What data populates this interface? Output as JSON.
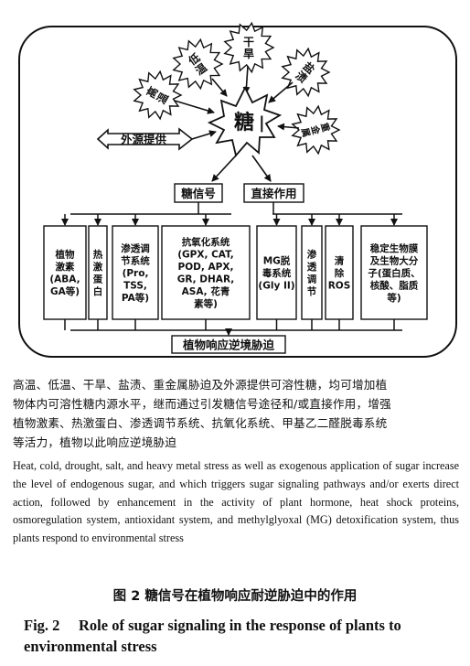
{
  "diagram": {
    "center": "糖",
    "stresses": [
      "高温",
      "低温",
      "干旱",
      "盐渍",
      "重金属"
    ],
    "exogenous": "外源提供",
    "branch_signal": "糖信号",
    "branch_direct": "直接作用",
    "effects": [
      "植物激素(ABA,GA等)",
      "热激蛋白",
      "渗透调节系统(Pro,TSS,PA等)",
      "抗氧化系统(GPX,CAT,POD,APX,GR,DHAR,ASA,花青素等)",
      "MG脱毒系统(Gly II)",
      "渗透调节",
      "清除ROS",
      "稳定生物膜及生物大分子(蛋白质、核酸、脂质等)"
    ],
    "bottom": "植物响应逆境胁迫"
  },
  "caption": {
    "zh": [
      "高温、低温、干旱、盐渍、重金属胁迫及外源提供可溶性糖，均可增加植",
      "物体内可溶性糖内源水平，继而通过引发糖信号途径和/或直接作用，增强",
      "植物激素、热激蛋白、渗透调节系统、抗氧化系统、甲基乙二醛脱毒系统",
      "等活力，植物以此响应逆境胁迫"
    ],
    "en": "Heat, cold, drought, salt, and heavy metal stress as well as exogenous application of sugar increase the level of endogenous sugar, and which triggers sugar signaling pathways and/or exerts direct action, followed by enhancement in the activity of plant hormone, heat shock proteins, osmoregulation system, antioxidant system, and methylglyoxal (MG) detoxification system, thus plants respond to environmental stress",
    "fig_zh": "图 2   糖信号在植物响应耐逆胁迫中的作用",
    "fig_en_num": "Fig. 2",
    "fig_en_title": "Role of sugar signaling in the response of plants to environmental stress"
  }
}
